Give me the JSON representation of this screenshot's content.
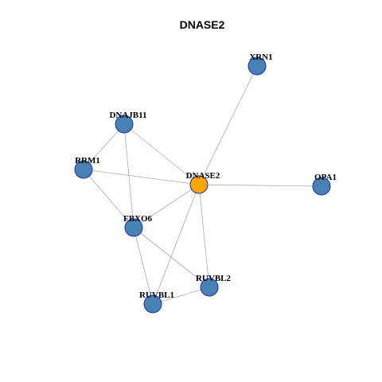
{
  "title": "DNASE2",
  "colors": {
    "center_node": "#FFA500",
    "node": "#4682B4",
    "node_border": "#1a2fb0",
    "edge": "#aaaaaa"
  },
  "nodes": [
    {
      "id": "DNASE2",
      "label": "DNASE2",
      "center": true
    },
    {
      "id": "XRN1",
      "label": "XRN1",
      "center": false
    },
    {
      "id": "DNAJB11",
      "label": "DNAJB11",
      "center": false
    },
    {
      "id": "RRM1",
      "label": "RRM1",
      "center": false
    },
    {
      "id": "OPA1",
      "label": "OPA1",
      "center": false
    },
    {
      "id": "FBXO6",
      "label": "FBXO6",
      "center": false
    },
    {
      "id": "RUVBL2",
      "label": "RUVBL2",
      "center": false
    },
    {
      "id": "RUVBL1",
      "label": "RUVBL1",
      "center": false
    }
  ],
  "edges": [
    [
      "DNASE2",
      "XRN1"
    ],
    [
      "DNASE2",
      "OPA1"
    ],
    [
      "DNASE2",
      "DNAJB11"
    ],
    [
      "DNASE2",
      "RRM1"
    ],
    [
      "DNASE2",
      "FBXO6"
    ],
    [
      "DNASE2",
      "RUVBL2"
    ],
    [
      "DNASE2",
      "RUVBL1"
    ],
    [
      "DNAJB11",
      "RRM1"
    ],
    [
      "DNAJB11",
      "FBXO6"
    ],
    [
      "RRM1",
      "FBXO6"
    ],
    [
      "FBXO6",
      "RUVBL2"
    ],
    [
      "FBXO6",
      "RUVBL1"
    ],
    [
      "RUVBL1",
      "RUVBL2"
    ]
  ]
}
